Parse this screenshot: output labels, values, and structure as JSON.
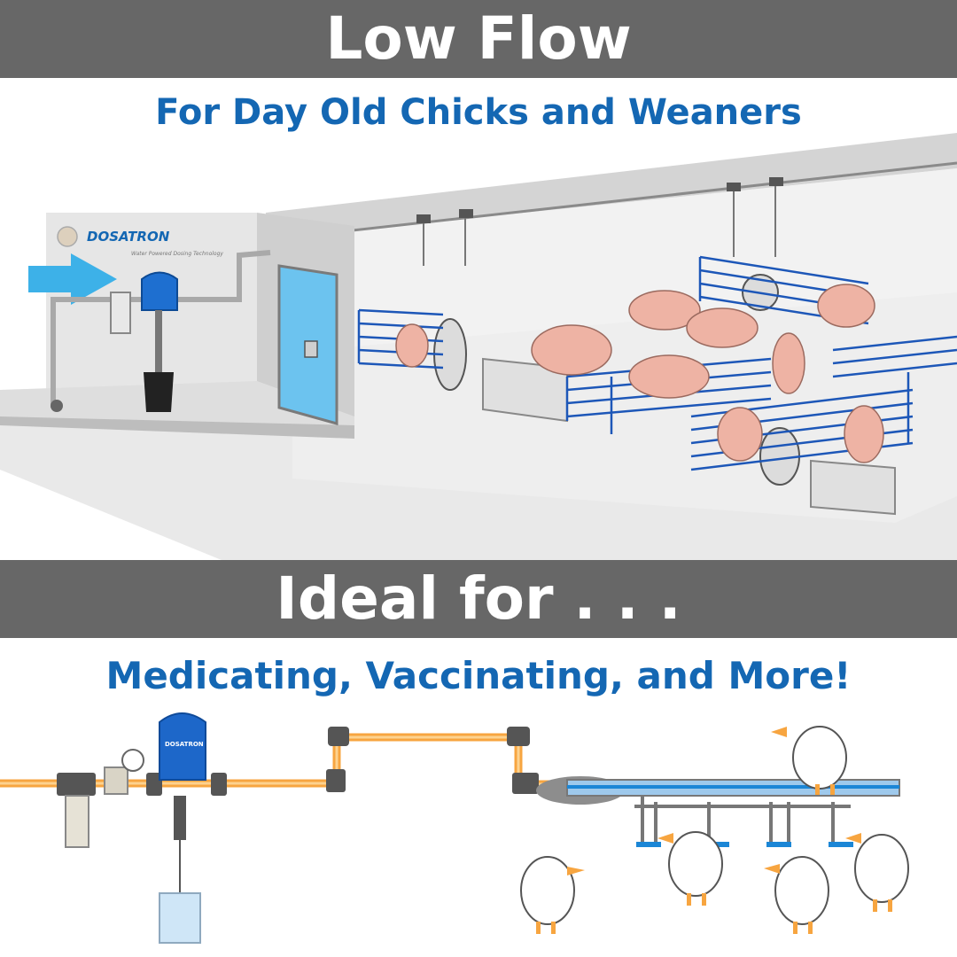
{
  "header": {
    "title": "Low Flow",
    "subtitle": "For Day Old Chicks and Weaners"
  },
  "section2": {
    "title": "Ideal for . . .",
    "subtitle": "Medicating, Vaccinating, and More!"
  },
  "brand": {
    "name": "DOSATRON",
    "tagline": "Water Powered Dosing Technology",
    "unit_label": "DOSATRON"
  },
  "colors": {
    "banner": "#676767",
    "accent_blue": "#1467b3",
    "pipe_orange": "#f7a540",
    "pig_pink": "#eeb3a4"
  },
  "icons": [
    "arrow-right-icon",
    "dosatron-unit-icon",
    "bucket-icon",
    "pig-icon",
    "chick-icon",
    "drinker-icon",
    "pressure-gauge-icon"
  ]
}
